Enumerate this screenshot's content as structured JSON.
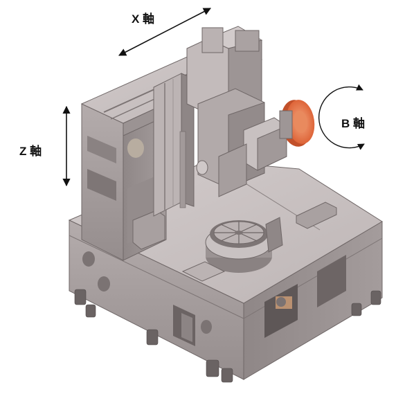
{
  "axes": {
    "x": {
      "label": "X 軸"
    },
    "z": {
      "label": "Z 軸"
    },
    "b": {
      "label": "B 軸"
    }
  },
  "colors": {
    "body": "#a9a1a1",
    "body_light": "#c9c2c2",
    "body_dark": "#7e7676",
    "shadow": "#5f5858",
    "accent": "#e26a3c",
    "arrow": "#111111"
  }
}
